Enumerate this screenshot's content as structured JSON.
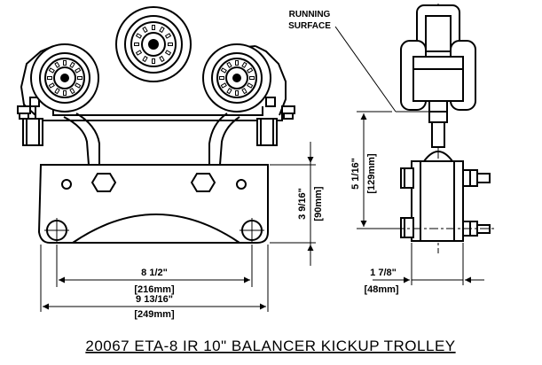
{
  "title": "20067 ETA-8 IR 10\" BALANCER KICKUP TROLLEY",
  "callouts": {
    "running_surface_line1": "RUNNING",
    "running_surface_line2": "SURFACE"
  },
  "dimensions": {
    "inner_width_in": "8 1/2\"",
    "inner_width_mm": "[216mm]",
    "overall_width_in": "9 13/16\"",
    "overall_width_mm": "[249mm]",
    "plate_height_in": "3 9/16\"",
    "plate_height_mm": "[90mm]",
    "side_height_in": "5 1/16\"",
    "side_height_mm": "[129mm]",
    "side_width_in": "1 7/8\"",
    "side_width_mm": "[48mm]"
  }
}
